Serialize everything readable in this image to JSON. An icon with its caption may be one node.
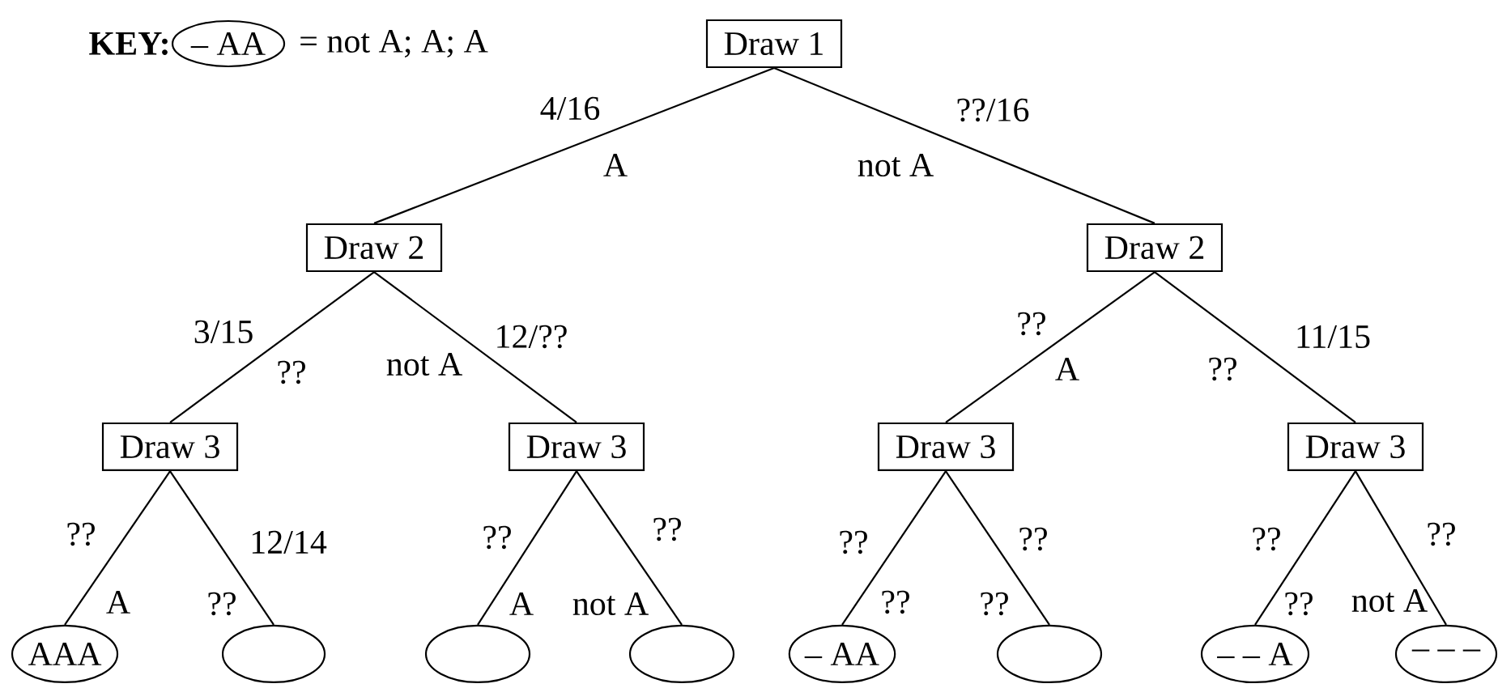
{
  "diagram": {
    "nodes": [
      {
        "text": [
          "– AA"
        ]
      },
      {
        "text": [
          "Draw 1"
        ]
      },
      {
        "text": [
          "Draw 2"
        ]
      },
      {
        "text": [
          "Draw 2"
        ]
      },
      {
        "text": [
          "Draw 3"
        ]
      },
      {
        "text": [
          "Draw 3"
        ]
      },
      {
        "text": [
          "Draw 3"
        ]
      },
      {
        "text": [
          "Draw 3"
        ]
      },
      {
        "text": [
          "AAA"
        ]
      },
      {
        "text": [],
        "shape": "ellipse"
      },
      {
        "text": [],
        "shape": "ellipse"
      },
      {
        "text": [],
        "shape": "ellipse"
      },
      {
        "text": [
          "– AA"
        ]
      },
      {
        "text": [],
        "shape": "ellipse"
      },
      {
        "text": [
          "– – A"
        ]
      },
      {
        "text": [
          "– – –"
        ]
      }
    ],
    "edges": [
      {
        "from": 1,
        "to": 2,
        "arrow": "none",
        "label": "4/16"
      },
      {
        "from": 1,
        "to": 3,
        "arrow": "none",
        "label": "??/16"
      },
      {
        "from": 2,
        "to": 4,
        "arrow": "none",
        "label": "3/15"
      },
      {
        "from": 2,
        "to": 5,
        "arrow": "none",
        "label": "12/??"
      },
      {
        "from": 3,
        "to": 6,
        "arrow": "none",
        "label": "??"
      },
      {
        "from": 3,
        "to": 7,
        "arrow": "none",
        "label": "11/15"
      },
      {
        "from": 4,
        "to": 8,
        "arrow": "none",
        "label": "??"
      },
      {
        "from": 4,
        "to": 9,
        "arrow": "none",
        "label": "12/14"
      },
      {
        "from": 5,
        "to": 10,
        "arrow": "none",
        "label": "??"
      },
      {
        "from": 5,
        "to": 11,
        "arrow": "none",
        "label": "??"
      },
      {
        "from": 6,
        "to": 12,
        "arrow": "none",
        "label": "??"
      },
      {
        "from": 6,
        "to": 13,
        "arrow": "none",
        "label": "??"
      },
      {
        "from": 7,
        "to": 14,
        "arrow": "none",
        "label": "??"
      },
      {
        "from": 7,
        "to": 15,
        "arrow": "none",
        "label": "??"
      }
    ],
    "labels": [
      "KEY:",
      "= not A; A; A",
      "A",
      "not A",
      "??",
      "not A",
      "A",
      "??",
      "A",
      "??",
      "A",
      "not A",
      "??",
      "??",
      "??",
      "not A"
    ]
  }
}
